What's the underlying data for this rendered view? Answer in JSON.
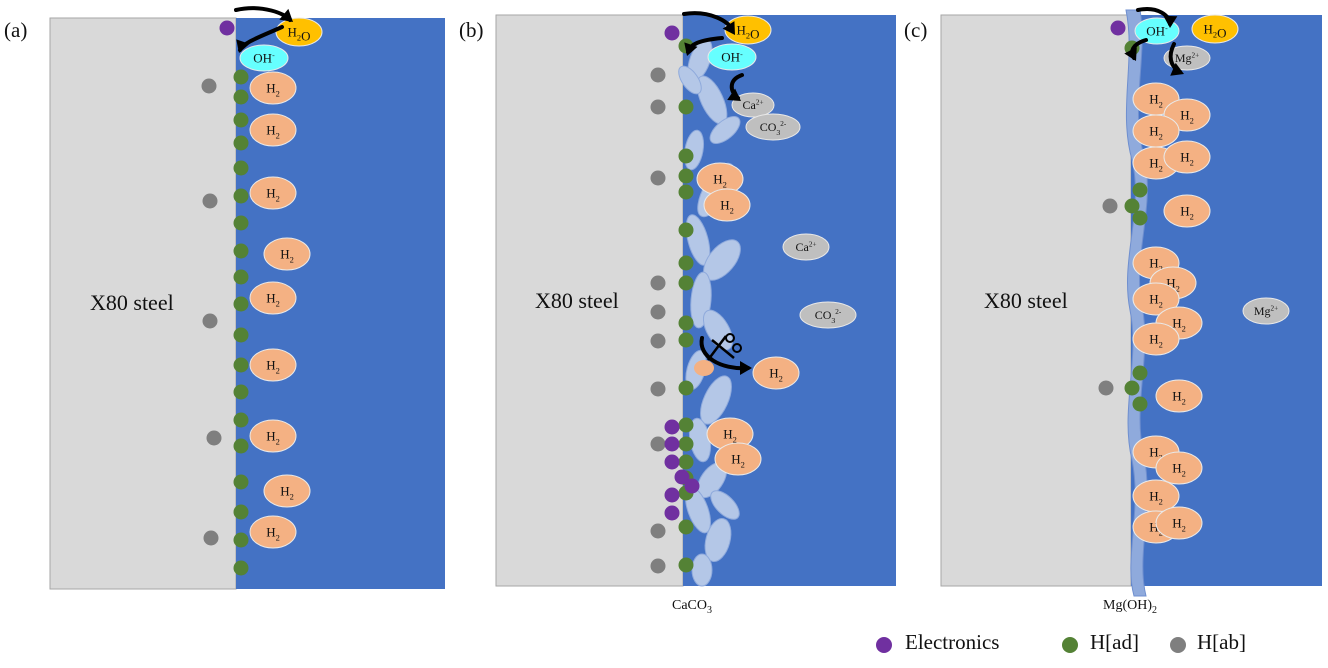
{
  "panels": [
    {
      "id": "a",
      "tag": "(a)",
      "steel": "X80 steel",
      "film": ""
    },
    {
      "id": "b",
      "tag": "(b)",
      "steel": "X80 steel",
      "film": "CaCO3",
      "film_base": "CaCO",
      "film_sub": "3"
    },
    {
      "id": "c",
      "tag": "(c)",
      "steel": "X80 steel",
      "film": "Mg(OH)2",
      "film_base": "Mg(OH)",
      "film_sub": "2"
    }
  ],
  "species": {
    "h2": {
      "base": "H",
      "sub": "2"
    },
    "h2o": {
      "base": "H",
      "sub": "2",
      "tail": "O"
    },
    "oh": {
      "base": "OH",
      "sup": "-"
    },
    "ca": {
      "base": "Ca",
      "sup": "2+"
    },
    "co3": {
      "base": "CO",
      "sub": "3",
      "sup": "2-"
    },
    "mg": {
      "base": "Mg",
      "sup": "2+"
    }
  },
  "legend": {
    "electronics": "Electronics",
    "h_ad": "H[ad]",
    "h_ab": "H[ab]"
  },
  "colors": {
    "steel": "#d9d9d9",
    "solution": "#4472c4",
    "electron": "#7030a0",
    "h_ad": "#548235",
    "h_ab": "#7f7f7f",
    "h2_bubble": "#f4b183",
    "h2o_bubble": "#ffc000",
    "oh_bubble": "#66ffff",
    "ion_bubble": "#bfbfbf",
    "caco3_crystal": "#b4c7e7",
    "mgoh2_film": "#8faadc"
  }
}
